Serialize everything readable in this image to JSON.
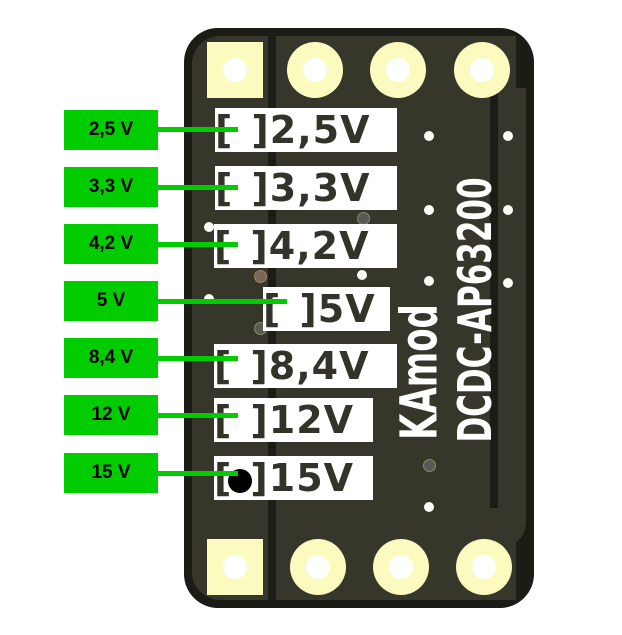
{
  "board": {
    "brand": "KAmod",
    "model": "DCDC-AP63200",
    "jumpers": [
      {
        "silk": "2,5V",
        "label": "2,5 V",
        "selected": false
      },
      {
        "silk": "3,3V",
        "label": "3,3 V",
        "selected": false
      },
      {
        "silk": "4,2V",
        "label": "4,2 V",
        "selected": false
      },
      {
        "silk": "5V",
        "label": "5 V",
        "selected": false
      },
      {
        "silk": "8,4V",
        "label": "8,4 V",
        "selected": false
      },
      {
        "silk": "12V",
        "label": "12 V",
        "selected": false
      },
      {
        "silk": "15V",
        "label": "15 V",
        "selected": true
      }
    ],
    "bracket_open": "[",
    "bracket_close": "]"
  },
  "colors": {
    "label_bg": "#00cc00",
    "pcb": "#36362b",
    "pad": "#fbfbbf"
  }
}
